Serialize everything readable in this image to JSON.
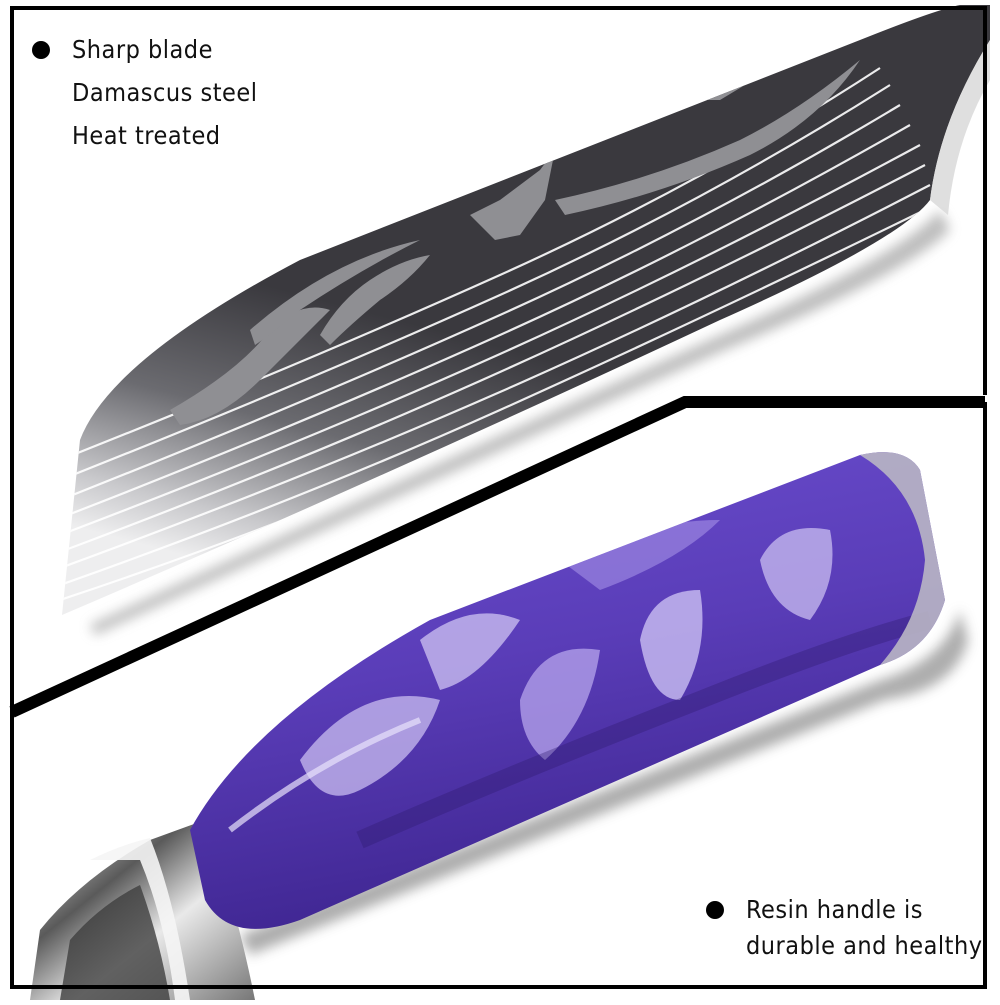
{
  "product": {
    "subject": "Kitchen knife with Damascus-pattern blade and purple resin handle"
  },
  "top_panel": {
    "features": [
      {
        "label": "Sharp blade",
        "bullet": true
      },
      {
        "label": "Damascus steel",
        "bullet": false
      },
      {
        "label": "Heat treated",
        "bullet": false
      }
    ]
  },
  "bottom_panel": {
    "features": [
      {
        "label": "Resin handle is",
        "bullet": true
      },
      {
        "label": "durable and healthy",
        "bullet": false
      }
    ]
  },
  "colors": {
    "background": "#ffffff",
    "frame": "#000000",
    "blade_dark": "#36353a",
    "blade_pattern": "#8f8f93",
    "blade_light": "#e8e8ea",
    "handle_purple": "#5b3fb8",
    "handle_swirl": "#c9bdf0",
    "bolster_steel": "#9a9a9a"
  }
}
